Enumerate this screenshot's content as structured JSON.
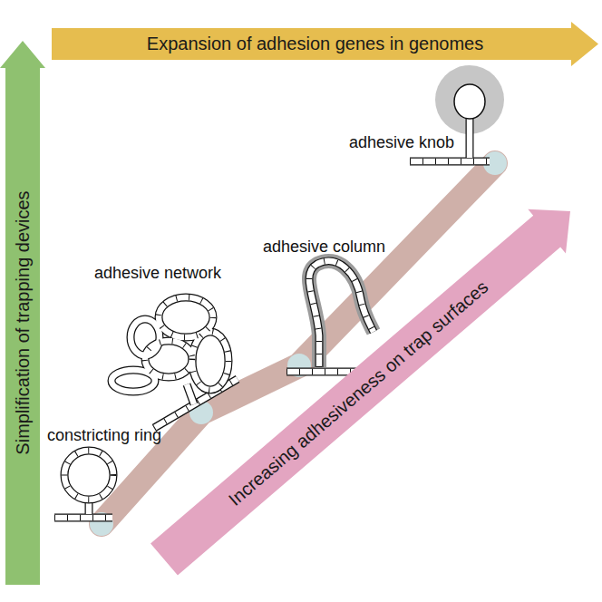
{
  "diagram": {
    "nodes": [
      {
        "text": [
          "Expansion of adhesion genes in genomes"
        ]
      },
      {
        "text": [
          "Simplification of trapping devices"
        ]
      },
      {
        "text": [
          "Increasing adhesiveness on trap surfaces"
        ]
      }
    ],
    "labels": [
      "adhesive knob",
      "adhesive network",
      "adhesive column",
      "constricting ring"
    ]
  }
}
